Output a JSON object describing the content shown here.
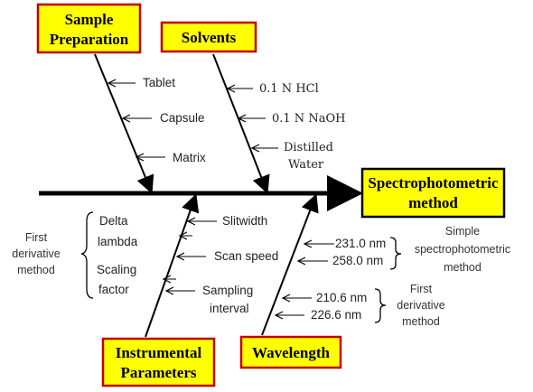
{
  "effect": {
    "line1": "Spectrophotometric",
    "line2": "method"
  },
  "causes": {
    "sample_preparation": {
      "line1": "Sample",
      "line2": "Preparation",
      "items": [
        "Tablet",
        "Capsule",
        "Matrix"
      ]
    },
    "solvents": {
      "title": "Solvents",
      "items": [
        "0.1 N HCl",
        "0.1 N NaOH",
        "Distilled",
        "Water"
      ]
    },
    "instrumental_parameters": {
      "line1": "Instrumental",
      "line2": "Parameters",
      "items": [
        "Slitwidth",
        "Scan speed",
        "Sampling",
        "interval"
      ],
      "sub_items": [
        "Delta",
        "lambda",
        "Scaling",
        "factor"
      ],
      "group_label": [
        "First",
        "derivative",
        "method"
      ]
    },
    "wavelength": {
      "title": "Wavelength",
      "simple_values": [
        "231.0 nm",
        "258.0 nm"
      ],
      "simple_label": [
        "Simple",
        "spectrophotometric",
        "method"
      ],
      "derivative_values": [
        "210.6 nm",
        "226.6 nm"
      ],
      "derivative_label": [
        "First",
        "derivative",
        "method"
      ]
    }
  },
  "colors": {
    "box_fill": "#ffff00",
    "box_border": "#c00000",
    "line": "#000000"
  }
}
